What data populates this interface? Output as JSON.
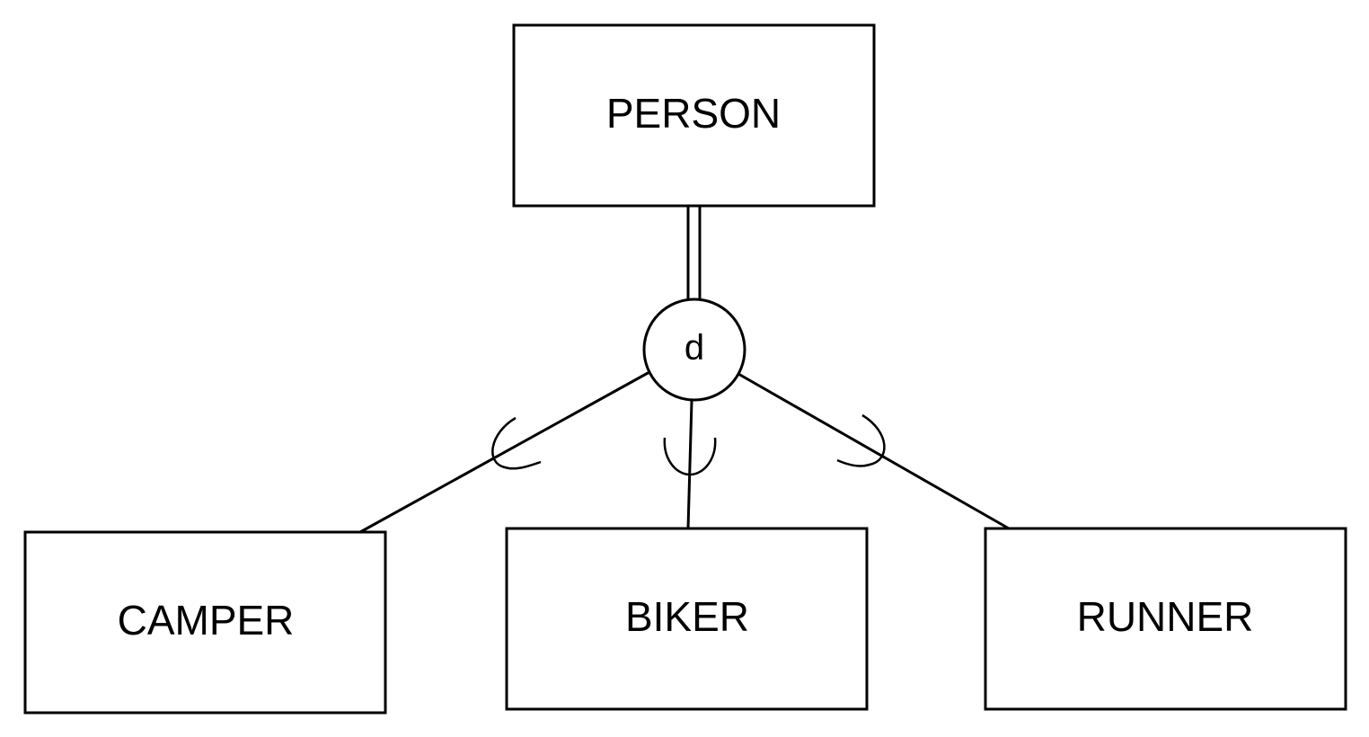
{
  "diagram": {
    "type": "eer-specialization",
    "superclass": {
      "label": "PERSON"
    },
    "specialization": {
      "label": "d",
      "participation": "total"
    },
    "subclasses": [
      {
        "label": "CAMPER"
      },
      {
        "label": "BIKER"
      },
      {
        "label": "RUNNER"
      }
    ],
    "colors": {
      "stroke": "#000000",
      "fill": "#ffffff",
      "text": "#000000"
    }
  }
}
